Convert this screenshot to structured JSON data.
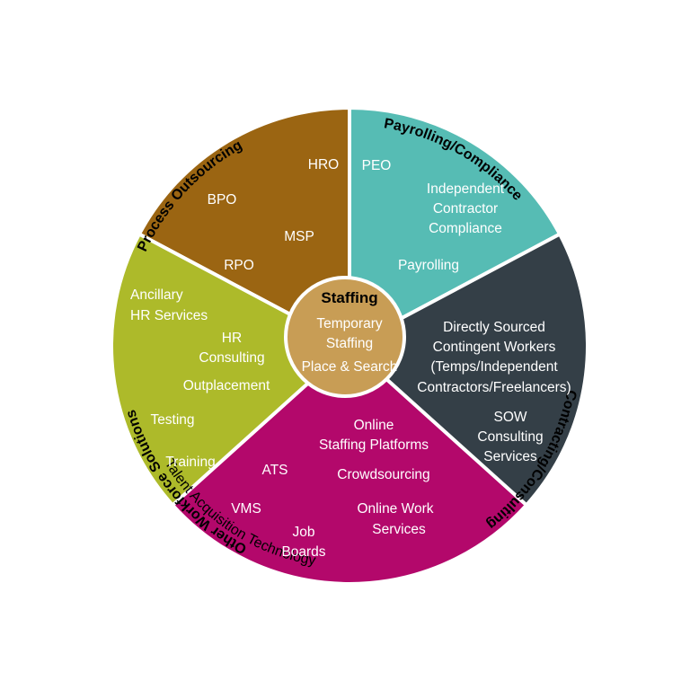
{
  "colors": {
    "process_outsourcing": "#9b6512",
    "payrolling": "#56bcb4",
    "contracting": "#343f47",
    "talent_acquisition": "#b3086b",
    "other_workforce": "#adba2a",
    "staffing_center": "#c89d55"
  },
  "segments": {
    "process_outsourcing": {
      "title": "Process Outsourcing",
      "items": {
        "hro": "HRO",
        "bpo": "BPO",
        "msp": "MSP",
        "rpo": "RPO"
      }
    },
    "payrolling": {
      "title": "Payrolling/Compliance",
      "items": {
        "peo": "PEO",
        "icc_1": "Independent",
        "icc_2": "Contractor",
        "icc_3": "Compliance",
        "payrolling": "Payrolling"
      }
    },
    "contracting": {
      "title": "Contracting/Consulting",
      "items": {
        "dsc_1": "Directly Sourced",
        "dsc_2": "Contingent Workers",
        "dsc_3": "(Temps/Independent",
        "dsc_4": "Contractors/Freelancers)",
        "sow_1": "SOW",
        "sow_2": "Consulting",
        "sow_3": "Services"
      }
    },
    "talent_acquisition": {
      "title": "Talent Acquisition Technology",
      "items": {
        "osp_1": "Online",
        "osp_2": "Staffing Platforms",
        "ats": "ATS",
        "crowdsourcing": "Crowdsourcing",
        "vms": "VMS",
        "job_1": "Job",
        "job_2": "Boards",
        "ows_1": "Online Work",
        "ows_2": "Services"
      }
    },
    "other_workforce": {
      "title": "Other Workforce Solutions",
      "items": {
        "anc_1": "Ancillary",
        "anc_2": "HR Services",
        "hrc_1": "HR",
        "hrc_2": "Consulting",
        "outplacement": "Outplacement",
        "testing": "Testing",
        "training": "Training"
      }
    }
  },
  "center": {
    "title": "Staffing",
    "line1": "Temporary",
    "line2": "Staffing",
    "line3": "Place & Search"
  }
}
